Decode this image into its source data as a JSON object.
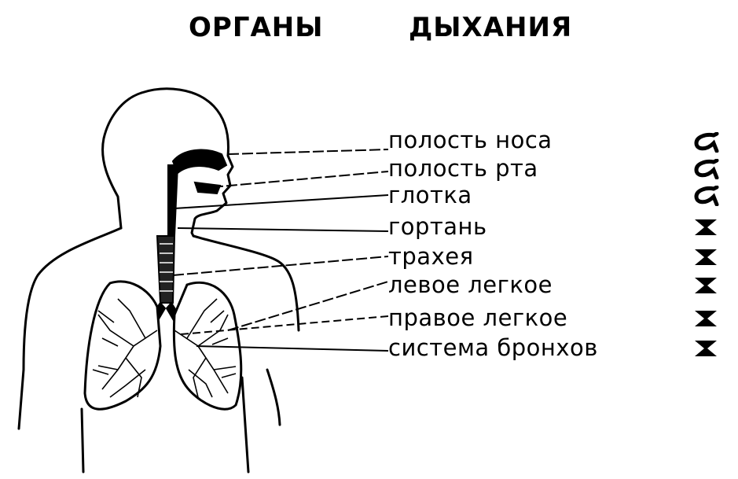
{
  "title": {
    "word1": "ОРГАНЫ",
    "word2": "ДЫХАНИЯ"
  },
  "labels": [
    "полость носа",
    "полость рта",
    "глотка",
    "гортань",
    "трахея",
    "левое легкое",
    "правое легкое",
    "система бронхов"
  ],
  "marks": [
    "alpha-symbol",
    "alpha-symbol",
    "alpha-symbol",
    "hourglass-symbol",
    "hourglass-symbol",
    "hourglass-symbol",
    "hourglass-symbol",
    "hourglass-symbol"
  ],
  "colors": {
    "ink": "#000000",
    "paper": "#ffffff"
  }
}
